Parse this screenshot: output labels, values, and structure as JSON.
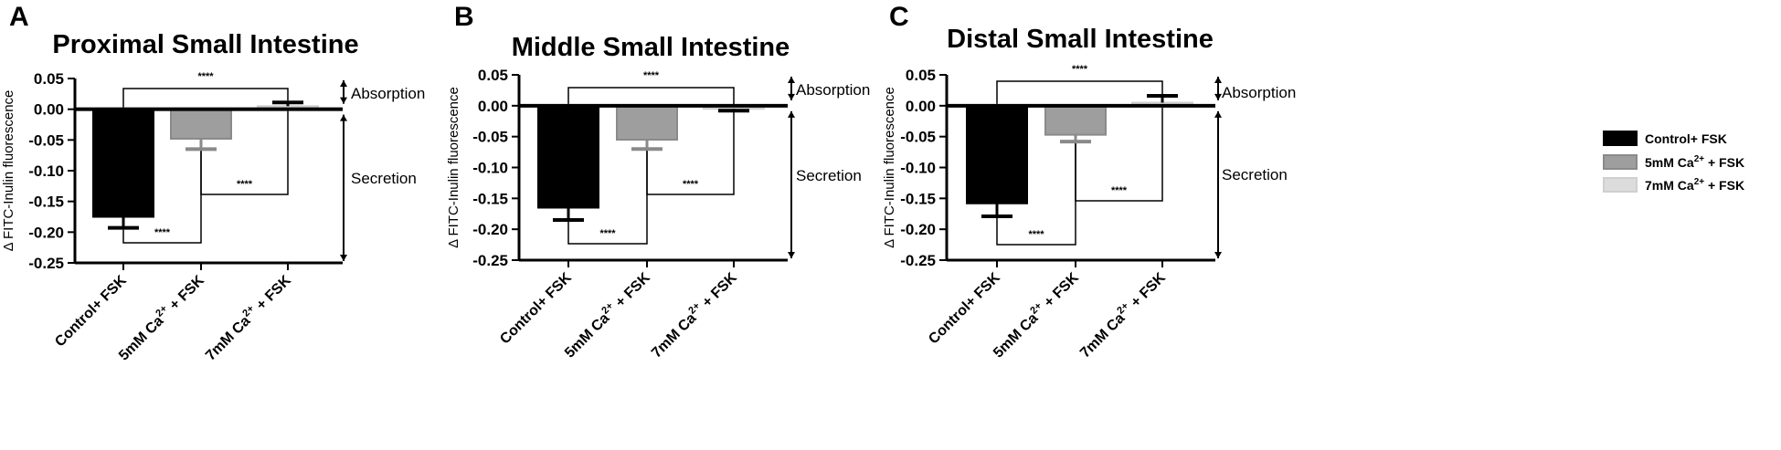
{
  "figure": {
    "legend": {
      "entries": [
        {
          "label": "Control+ FSK",
          "color": "#000000"
        },
        {
          "label": "5mM Ca²⁺ + FSK",
          "color": "#9e9e9e"
        },
        {
          "label": "7mM Ca²⁺ + FSK",
          "color": "#dcdcdc"
        }
      ]
    },
    "region_labels": {
      "absorption": "Absorption",
      "secretion": "Secretion"
    },
    "significance": "****"
  },
  "chart_data": [
    {
      "panel_letter": "A",
      "type": "bar",
      "title": "Proximal Small Intestine",
      "ylabel": "Δ FITC-Inulin fluorescence",
      "categories": [
        "Control+ FSK",
        "5mM Ca²⁺ + FSK",
        "7mM Ca²⁺ + FSK"
      ],
      "values": [
        -0.175,
        -0.048,
        0.005
      ],
      "errors": [
        0.018,
        0.017,
        0.006
      ],
      "colors": [
        "#000000",
        "#9e9e9e",
        "#dcdcdc"
      ],
      "ylim": [
        -0.25,
        0.05
      ],
      "yticks": [
        "0.05",
        "0.00",
        "-0.05",
        "-0.10",
        "-0.15",
        "-0.20",
        "-0.25"
      ],
      "legend": "none",
      "grid": false
    },
    {
      "panel_letter": "B",
      "type": "bar",
      "title": "Middle Small Intestine",
      "ylabel": "Δ FITC-Inulin fluorescence",
      "categories": [
        "Control+ FSK",
        "5mM Ca²⁺ + FSK",
        "7mM Ca²⁺ + FSK"
      ],
      "values": [
        -0.165,
        -0.055,
        -0.005
      ],
      "errors": [
        0.02,
        0.015,
        0.003
      ],
      "colors": [
        "#000000",
        "#9e9e9e",
        "#dcdcdc"
      ],
      "ylim": [
        -0.25,
        0.05
      ],
      "yticks": [
        "0.05",
        "0.00",
        "-0.05",
        "-0.10",
        "-0.15",
        "-0.20",
        "-0.25"
      ],
      "legend": "none",
      "grid": false
    },
    {
      "panel_letter": "C",
      "type": "bar",
      "title": "Distal Small Intestine",
      "ylabel": "Δ FITC-Inulin fluorescence",
      "categories": [
        "Control+ FSK",
        "5mM Ca²⁺ + FSK",
        "7mM Ca²⁺ + FSK"
      ],
      "values": [
        -0.158,
        -0.047,
        0.005
      ],
      "errors": [
        0.021,
        0.011,
        0.011
      ],
      "colors": [
        "#000000",
        "#9e9e9e",
        "#dcdcdc"
      ],
      "ylim": [
        -0.25,
        0.05
      ],
      "yticks": [
        "0.05",
        "0.00",
        "-0.05",
        "-0.10",
        "-0.15",
        "-0.20",
        "-0.25"
      ],
      "legend": "right",
      "grid": false
    }
  ]
}
